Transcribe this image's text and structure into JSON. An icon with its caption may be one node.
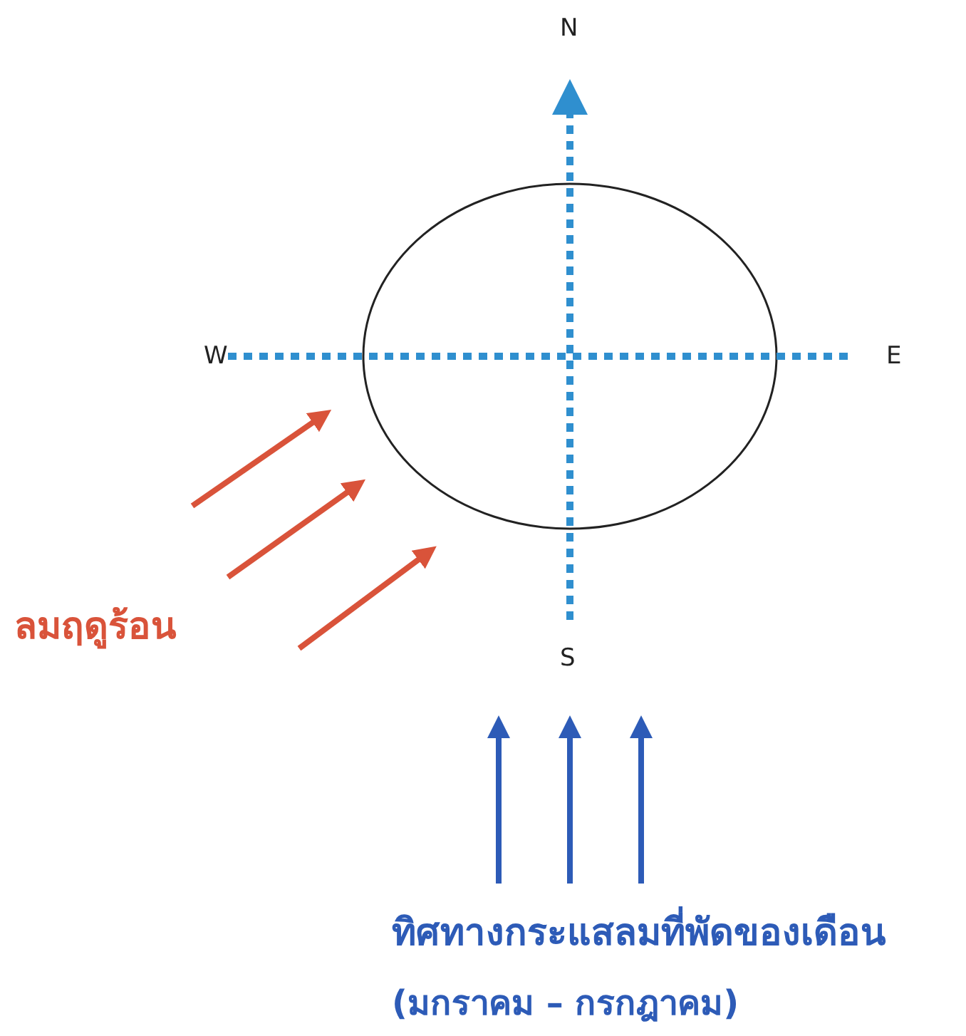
{
  "diagram": {
    "labels": [
      "N",
      "W",
      "E",
      "S",
      "ลมฤดูร้อน",
      "ทิศทางกระแสลมที่พัดของเดือน",
      "(มกราคม – กรกฎาคม)"
    ]
  }
}
